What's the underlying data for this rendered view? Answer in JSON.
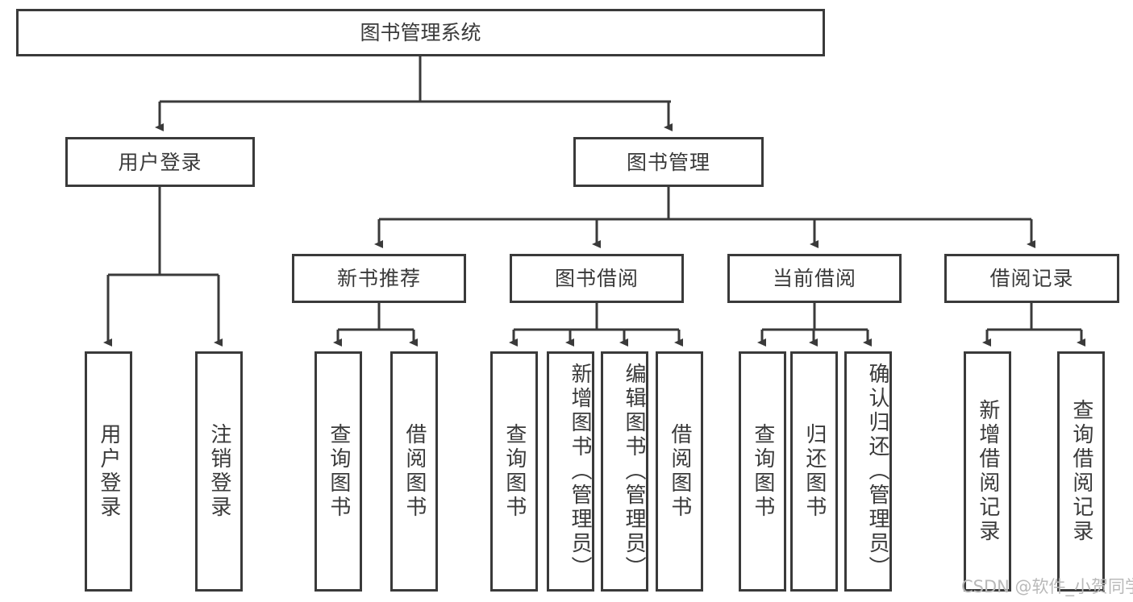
{
  "diagram": {
    "title_text": "图书管理系统",
    "watermark": "CSDN @软件_小贺同学",
    "colors": {
      "stroke": "#3a3a3a",
      "fill": "#ffffff",
      "text": "#3a3a3a",
      "watermark": "#b9b9b9"
    },
    "nodes": {
      "root": {
        "label": "图书管理系统"
      },
      "level2": [
        {
          "id": "user-login",
          "label": "用户登录"
        },
        {
          "id": "book-management",
          "label": "图书管理"
        }
      ],
      "level3": [
        {
          "id": "new-book-recommend",
          "label": "新书推荐"
        },
        {
          "id": "book-borrow",
          "label": "图书借阅"
        },
        {
          "id": "current-borrow",
          "label": "当前借阅"
        },
        {
          "id": "borrow-record",
          "label": "借阅记录"
        }
      ],
      "leaves": {
        "user_login": [
          {
            "id": "leaf-user-login",
            "label": "用户登录"
          },
          {
            "id": "leaf-logout",
            "label": "注销登录"
          }
        ],
        "new_book_recommend": [
          {
            "id": "leaf-query-book-1",
            "label": "查询图书"
          },
          {
            "id": "leaf-borrow-book-1",
            "label": "借阅图书"
          }
        ],
        "book_borrow": [
          {
            "id": "leaf-query-book-2",
            "label": "查询图书"
          },
          {
            "id": "leaf-add-book",
            "label": "新增图书（管理员）"
          },
          {
            "id": "leaf-edit-book",
            "label": "编辑图书（管理员）"
          },
          {
            "id": "leaf-borrow-book-2",
            "label": "借阅图书"
          }
        ],
        "current_borrow": [
          {
            "id": "leaf-query-book-3",
            "label": "查询图书"
          },
          {
            "id": "leaf-return-book",
            "label": "归还图书"
          },
          {
            "id": "leaf-confirm-return",
            "label": "确认归还（管理员）"
          }
        ],
        "borrow_record": [
          {
            "id": "leaf-add-record",
            "label": "新增借阅记录"
          },
          {
            "id": "leaf-query-record",
            "label": "查询借阅记录"
          }
        ]
      }
    }
  }
}
